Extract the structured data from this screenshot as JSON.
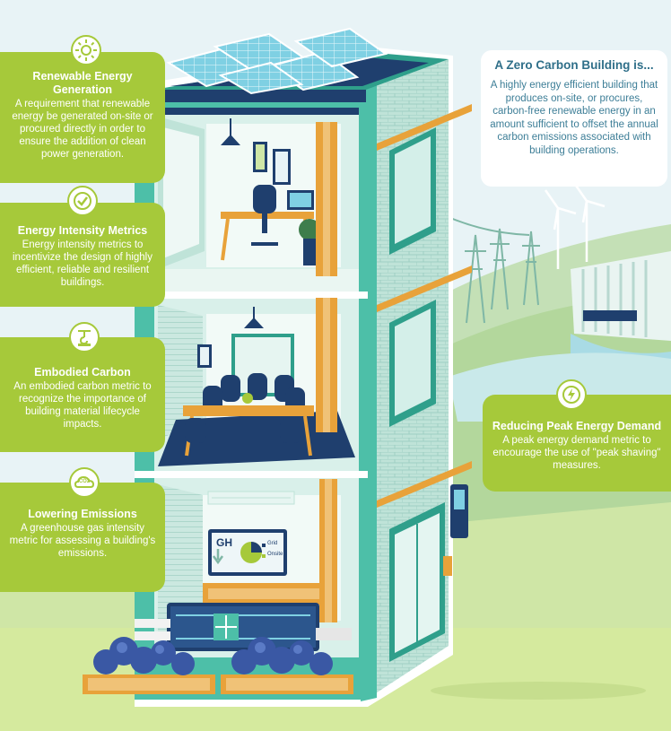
{
  "intro": {
    "title": "A Zero Carbon Building is...",
    "text": "A highly energy efficient building that produces on-site, or procures, carbon-free renewable energy in an amount sufficient to offset the annual carbon emissions associated with building operations."
  },
  "cards": {
    "renewable": {
      "title": "Renewable Energy Generation",
      "text": "A requirement that renewable energy be generated on-site or procured directly in order to ensure the addition of clean power generation.",
      "icon": "sun-icon"
    },
    "intensity": {
      "title": "Energy Intensity Metrics",
      "text": "Energy intensity metrics to incentivize the design of highly efficient, reliable and resilient buildings.",
      "icon": "checkmark-icon"
    },
    "embodied": {
      "title": "Embodied Carbon",
      "text": "An embodied carbon metric to recognize the importance of building material lifecycle impacts.",
      "icon": "crane-hook-icon"
    },
    "emissions": {
      "title": "Lowering Emissions",
      "text": "A greenhouse gas intensity metric for assessing a building's emissions.",
      "icon": "co2-cloud-icon"
    },
    "peak": {
      "title": "Reducing Peak Energy Demand",
      "text": "A peak energy demand metric to encourage the use of \"peak shaving\" measures.",
      "icon": "lightning-icon"
    }
  },
  "screen": {
    "label": "GH",
    "legend_grid": "Grid",
    "legend_onsite": "Onsite"
  },
  "icon_badges": {
    "co2": "CO2"
  },
  "colors": {
    "card_green": "#a6c93a",
    "building_teal": "#4dbfa8",
    "accent_orange": "#e8a23a",
    "navy": "#1f3f6e",
    "sky": "#e8f3f6"
  }
}
